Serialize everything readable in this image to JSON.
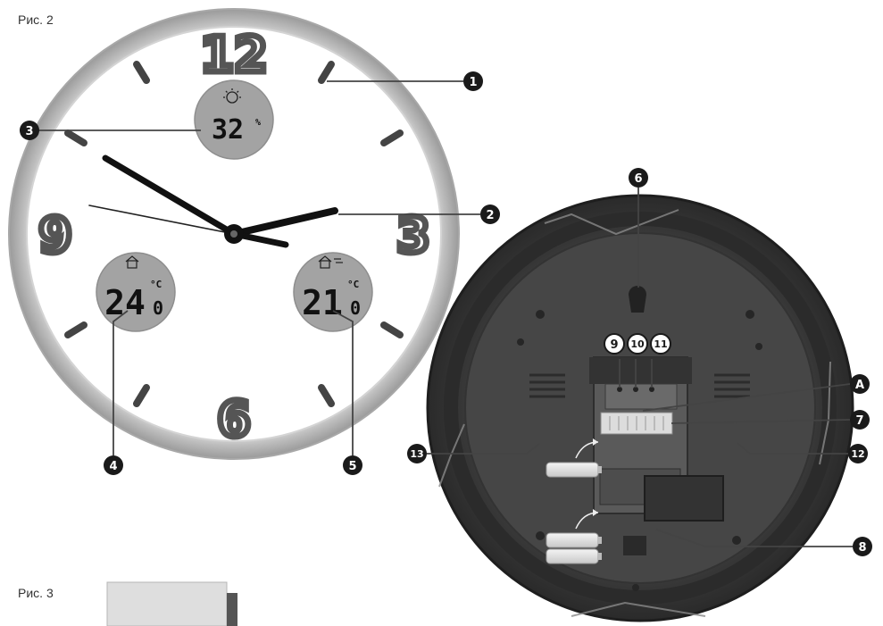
{
  "figures": {
    "fig2_label": "Рис. 2",
    "fig3_label": "Рис. 3"
  },
  "clock_face": {
    "numerals": [
      "12",
      "3",
      "6",
      "9"
    ],
    "humidity_display": {
      "value": "32",
      "unit": "%"
    },
    "indoor_display": {
      "value": "24",
      "decimal": "0",
      "unit": "°C"
    },
    "outdoor_display": {
      "value": "21",
      "decimal": "0",
      "unit": "°C"
    }
  },
  "callouts": {
    "c1": "1",
    "c2": "2",
    "c3": "3",
    "c4": "4",
    "c5": "5",
    "c6": "6",
    "c7": "7",
    "c8": "8",
    "c9": "9",
    "c10": "10",
    "c11": "11",
    "c12": "12",
    "c13": "13",
    "cA": "A"
  },
  "colors": {
    "frame": "#c9c9c9",
    "face": "#ffffff",
    "lcd": "#a3a3a3",
    "back": "#3d3d3d",
    "callout": "#1a1a1a"
  }
}
